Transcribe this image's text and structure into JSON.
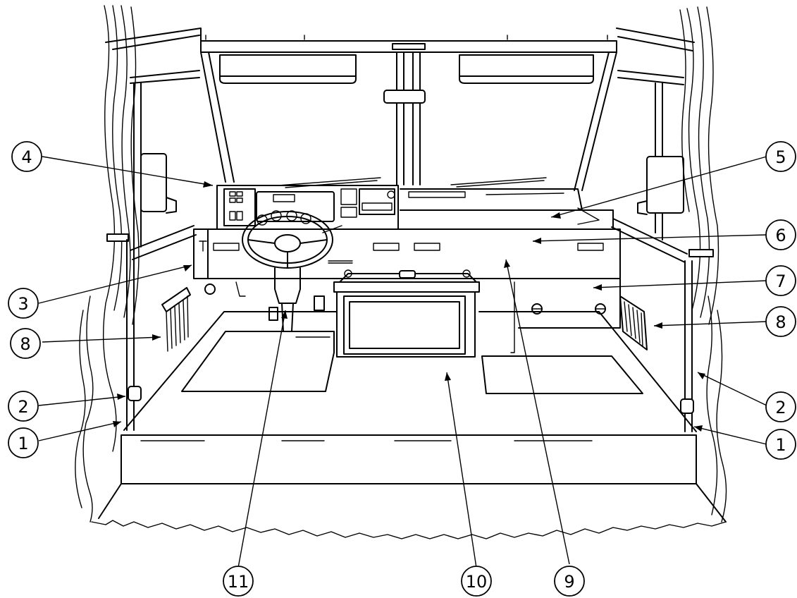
{
  "callouts": [
    {
      "id": "c1-left",
      "label": "1"
    },
    {
      "id": "c1-right",
      "label": "1"
    },
    {
      "id": "c2-left",
      "label": "2"
    },
    {
      "id": "c2-right",
      "label": "2"
    },
    {
      "id": "c3",
      "label": "3"
    },
    {
      "id": "c4",
      "label": "4"
    },
    {
      "id": "c5",
      "label": "5"
    },
    {
      "id": "c6",
      "label": "6"
    },
    {
      "id": "c7",
      "label": "7"
    },
    {
      "id": "c8-left",
      "label": "8"
    },
    {
      "id": "c8-right",
      "label": "8"
    },
    {
      "id": "c9",
      "label": "9"
    },
    {
      "id": "c10",
      "label": "10"
    },
    {
      "id": "c11",
      "label": "11"
    }
  ]
}
